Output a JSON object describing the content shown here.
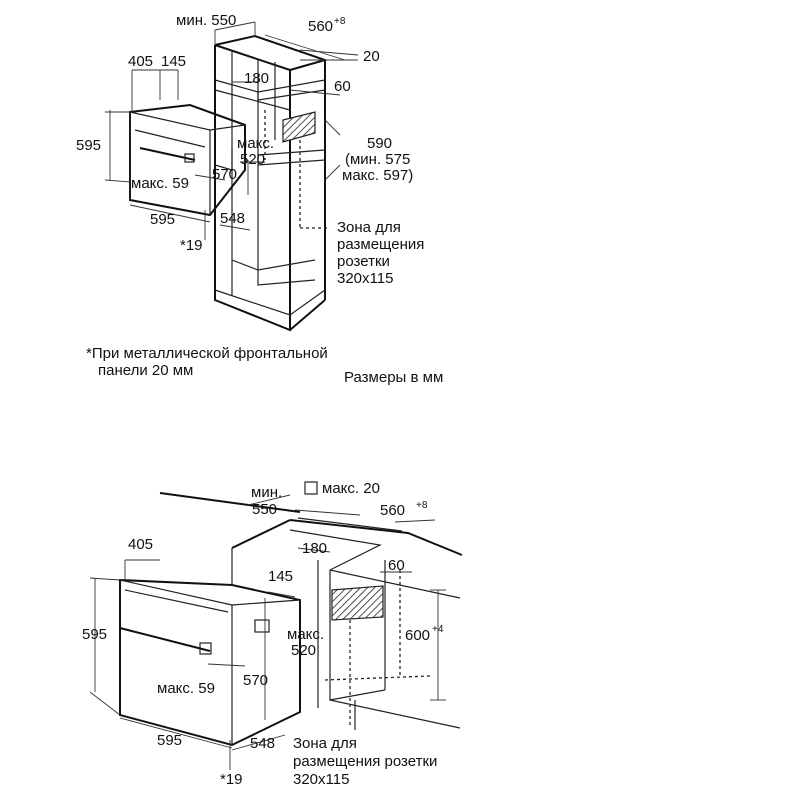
{
  "top": {
    "d_min550": "мин. 550",
    "d_560": "560",
    "d_560_sup": "+8",
    "d_20": "20",
    "d_405": "405",
    "d_145": "145",
    "d_180": "180",
    "d_60": "60",
    "d_595_h": "595",
    "d_max520_a": "макс.",
    "d_max520_b": "520",
    "d_590_a": "590",
    "d_590_b": "(мин. 575",
    "d_590_c": "макс. 597)",
    "d_max59": "макс. 59",
    "d_570": "570",
    "d_595_w": "595",
    "d_548": "548",
    "d_19": "*19",
    "zone_1": "Зона для",
    "zone_2": "размещения",
    "zone_3": "розетки",
    "zone_4": "320x115",
    "note_1": "*При металлической фронтальной",
    "note_2": "панели 20 мм",
    "units": "Размеры в мм"
  },
  "bottom": {
    "d_min550_a": "мин.",
    "d_min550_b": "550",
    "d_max20": "макс. 20",
    "d_560": "560",
    "d_560_sup": "+8",
    "d_405": "405",
    "d_180": "180",
    "d_145": "145",
    "d_60": "60",
    "d_595_h": "595",
    "d_max520_a": "макс.",
    "d_max520_b": "520",
    "d_600": "600",
    "d_600_sup": "+4",
    "d_max59": "макс. 59",
    "d_570": "570",
    "d_595_w": "595",
    "d_548": "548",
    "d_19": "*19",
    "zone_1": "Зона для",
    "zone_2": "размещения розетки",
    "zone_3": "320x115"
  }
}
